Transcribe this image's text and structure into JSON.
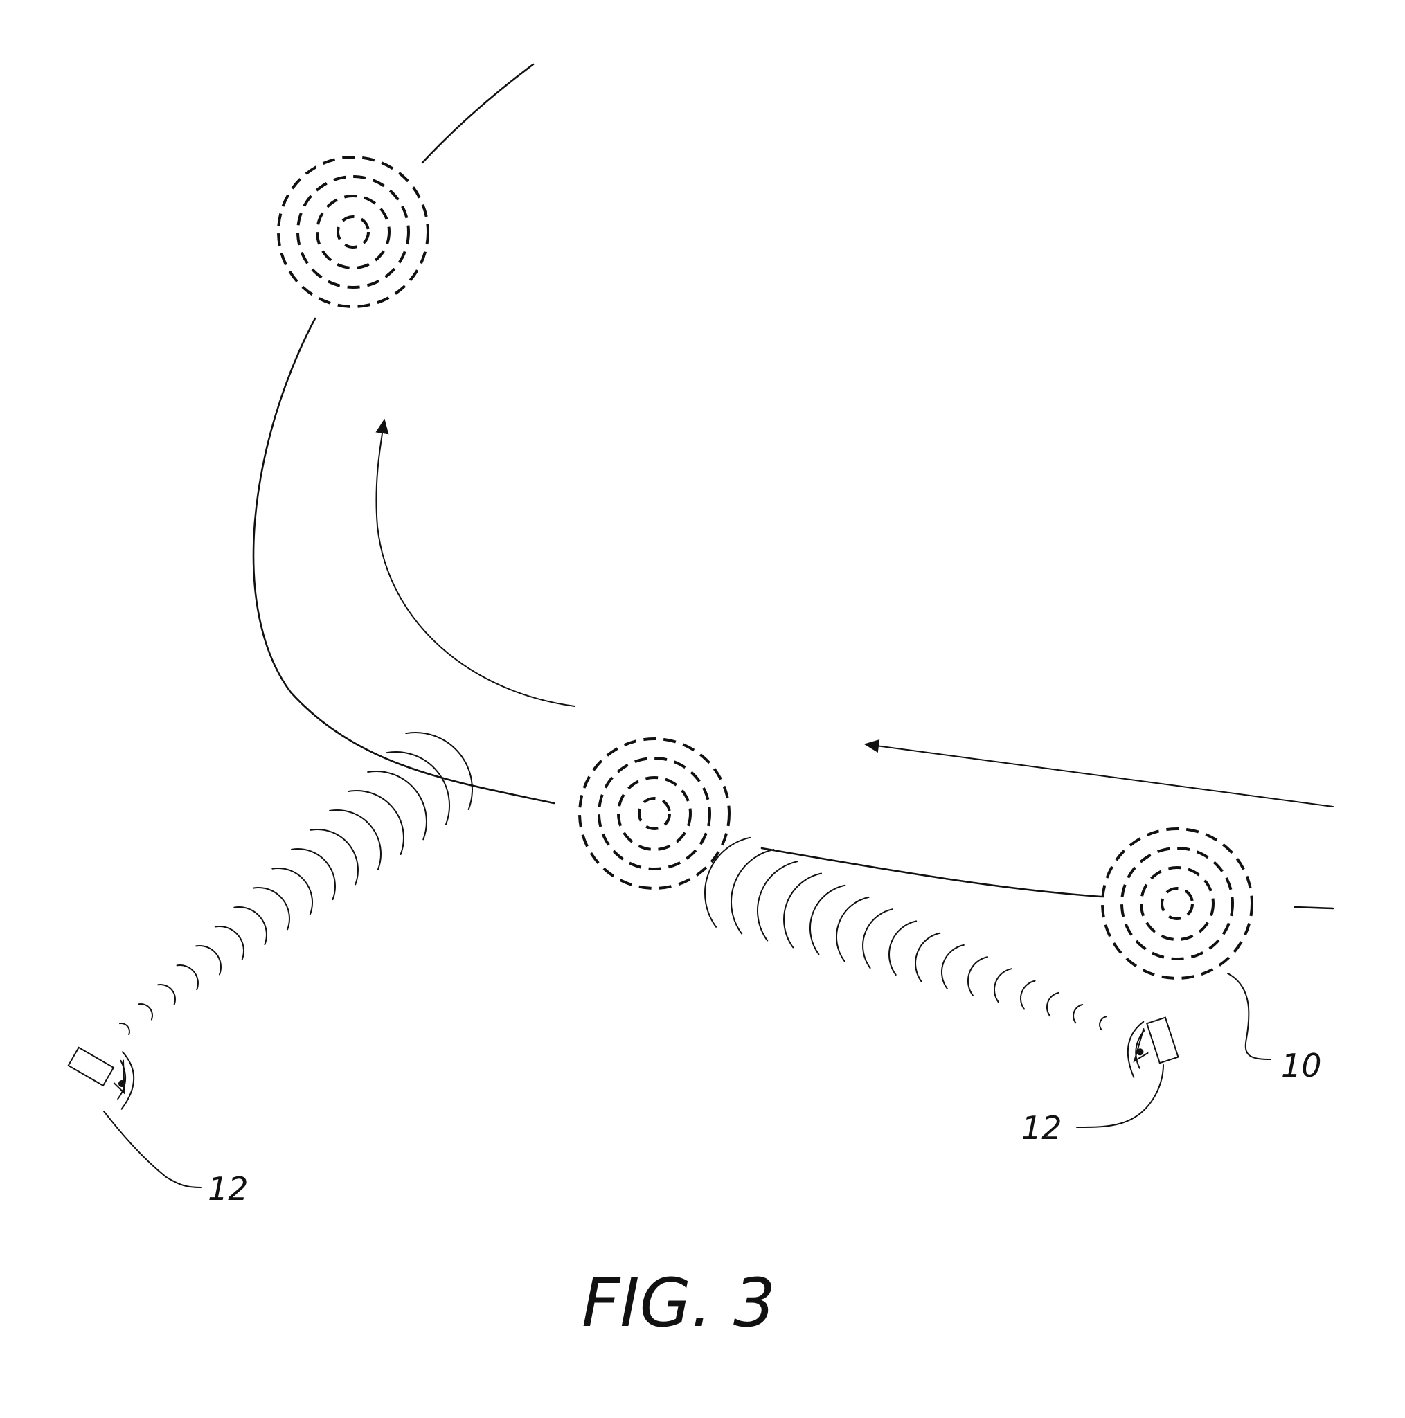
{
  "figure": {
    "caption": "FIG. 3",
    "labels": {
      "storm_ref": "10",
      "receiver_left_ref": "12",
      "receiver_right_ref": "12"
    }
  }
}
